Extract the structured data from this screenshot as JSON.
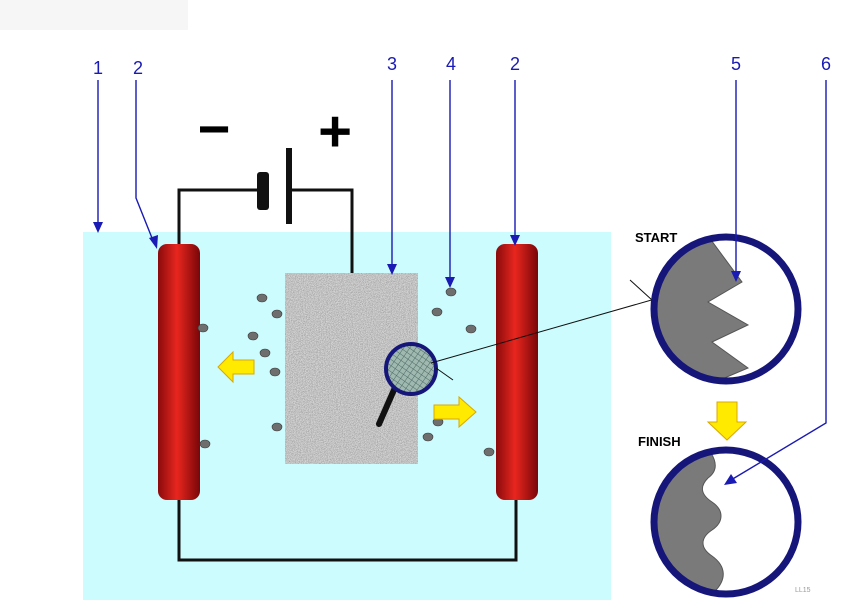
{
  "callouts": [
    "1",
    "2",
    "3",
    "4",
    "2",
    "5",
    "6"
  ],
  "battery": {
    "negative": "−",
    "positive": "+"
  },
  "detail": {
    "start": "START",
    "finish": "FINISH"
  },
  "corner_mark": "LL15",
  "colors": {
    "electrolyte": "#ccfcfe",
    "cathode": "#c81418",
    "arrow": "#ffea00",
    "callout": "#1a1ab4",
    "ring": "#16167a",
    "metal": "#7a7a7a",
    "particle": "#6e6e6e"
  },
  "icons": [
    "magnifier-icon",
    "arrow-left-icon",
    "arrow-right-icon",
    "arrow-down-icon"
  ]
}
